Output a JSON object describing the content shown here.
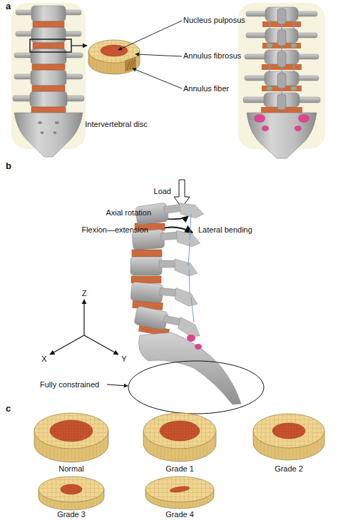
{
  "diagram": {
    "labels": [
      "a",
      "Nucleus pulposus",
      "Annulus fibrosus",
      "Annulus fiber",
      "Intervertebral disc",
      "b",
      "Load",
      "Axial rotation",
      "Flexion—extension",
      "Lateral bending",
      "Z",
      "X",
      "Y",
      "Fully constrained",
      "c",
      "Normal",
      "Grade 1",
      "Grade 2",
      "Grade 3",
      "Grade 4"
    ]
  }
}
